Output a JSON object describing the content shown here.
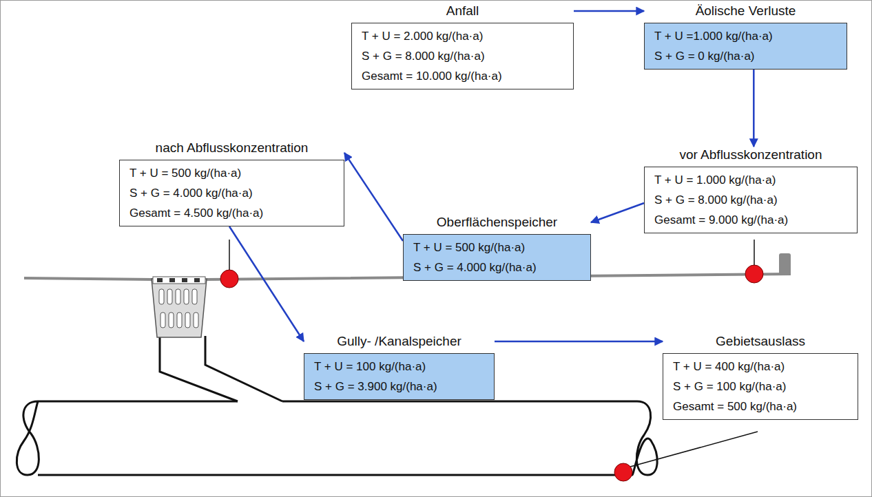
{
  "diagram": {
    "nodes": [
      {
        "text": [
          "Anfall",
          "T + U = 2.000 kg/(ha·a)",
          "S + G = 8.000 kg/(ha·a)",
          "Gesamt = 10.000 kg/(ha·a)"
        ]
      },
      {
        "text": [
          "Äolische Verluste",
          "T + U =1.000 kg/(ha·a)",
          "S + G = 0 kg/(ha·a)"
        ]
      },
      {
        "text": [
          "vor Abflusskonzentration",
          "T + U = 1.000 kg/(ha·a)",
          "S + G = 8.000 kg/(ha·a)",
          "Gesamt = 9.000 kg/(ha·a)"
        ]
      },
      {
        "text": [
          "Oberflächenspeicher",
          "T + U = 500 kg/(ha·a)",
          "S + G = 4.000 kg/(ha·a)"
        ]
      },
      {
        "text": [
          "nach Abflusskonzentration",
          "T + U = 500 kg/(ha·a)",
          "S + G = 4.000 kg/(ha·a)",
          "Gesamt = 4.500 kg/(ha·a)"
        ]
      },
      {
        "text": [
          "Gully- /Kanalspeicher",
          "T + U = 100 kg/(ha·a)",
          "S + G = 3.900 kg/(ha·a)"
        ]
      },
      {
        "text": [
          "Gebietsauslass",
          "T + U = 400 kg/(ha·a)",
          "S + G = 100 kg/(ha·a)",
          "Gesamt = 500 kg/(ha·a)"
        ]
      }
    ],
    "edges": [
      {
        "from": 0,
        "to": 1,
        "arrow": "to"
      },
      {
        "from": 1,
        "to": 2,
        "arrow": "to"
      },
      {
        "from": 2,
        "to": 3,
        "arrow": "to"
      },
      {
        "from": 3,
        "to": 4,
        "arrow": "to"
      },
      {
        "from": 4,
        "to": 5,
        "arrow": "to"
      },
      {
        "from": 5,
        "to": 6,
        "arrow": "to"
      }
    ]
  }
}
